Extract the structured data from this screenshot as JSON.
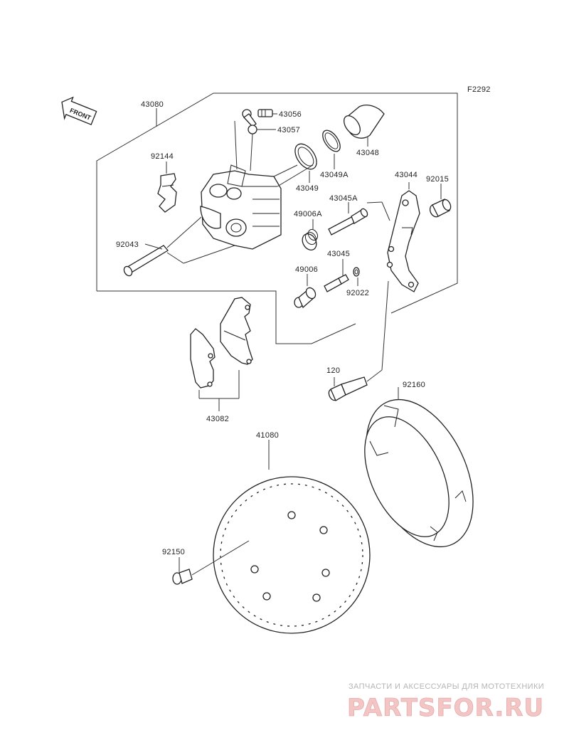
{
  "figure_code": "F2292",
  "front_badge": "FRONT",
  "callouts": {
    "p43080": "43080",
    "p43056": "43056",
    "p43057": "43057",
    "p43048": "43048",
    "p92144": "92144",
    "p43049A": "43049A",
    "p43049": "43049",
    "p43044": "43044",
    "p92015": "92015",
    "p43045A": "43045A",
    "p49006A": "49006A",
    "p92043": "92043",
    "p43045": "43045",
    "p49006": "49006",
    "p92022": "92022",
    "p120": "120",
    "p92160": "92160",
    "p43082": "43082",
    "p41080": "41080",
    "p92150": "92150"
  },
  "watermark": {
    "tagline": "ЗАПЧАСТИ И АКСЕССУАРЫ ДЛЯ МОТОТЕХНИКИ",
    "brand": "PARTSFOR.RU"
  }
}
